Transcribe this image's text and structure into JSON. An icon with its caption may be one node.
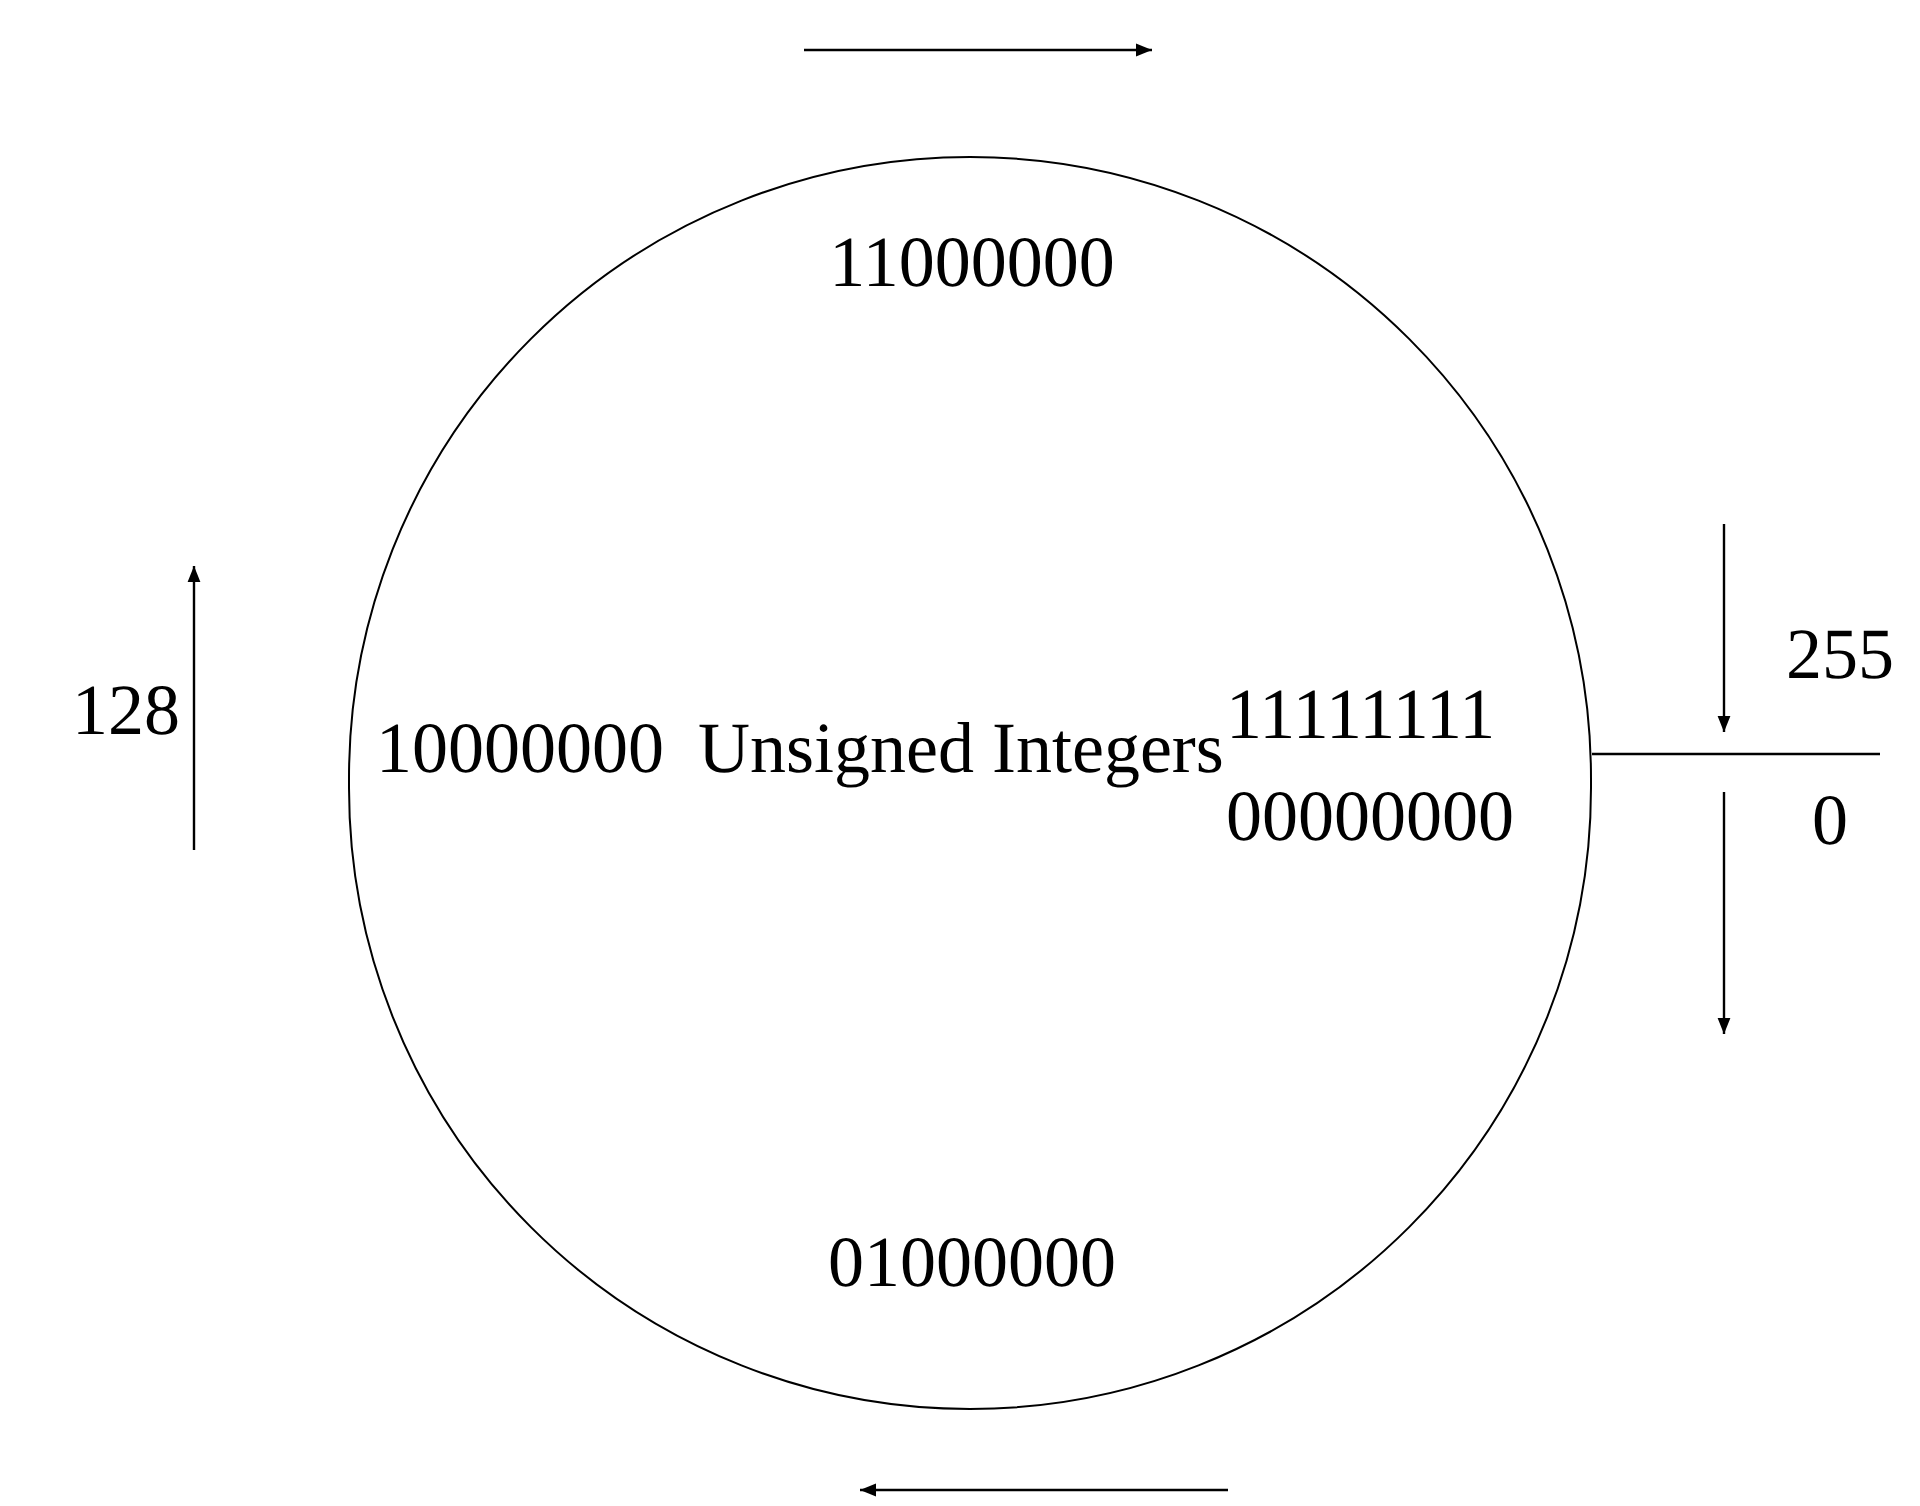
{
  "diagram": {
    "nodes": [
      {
        "text": [
          "11000000",
          "10000000",
          "Unsigned Integers",
          "11111111",
          "00000000",
          "01000000"
        ]
      }
    ],
    "labels": [
      "128",
      "255",
      "0"
    ]
  }
}
